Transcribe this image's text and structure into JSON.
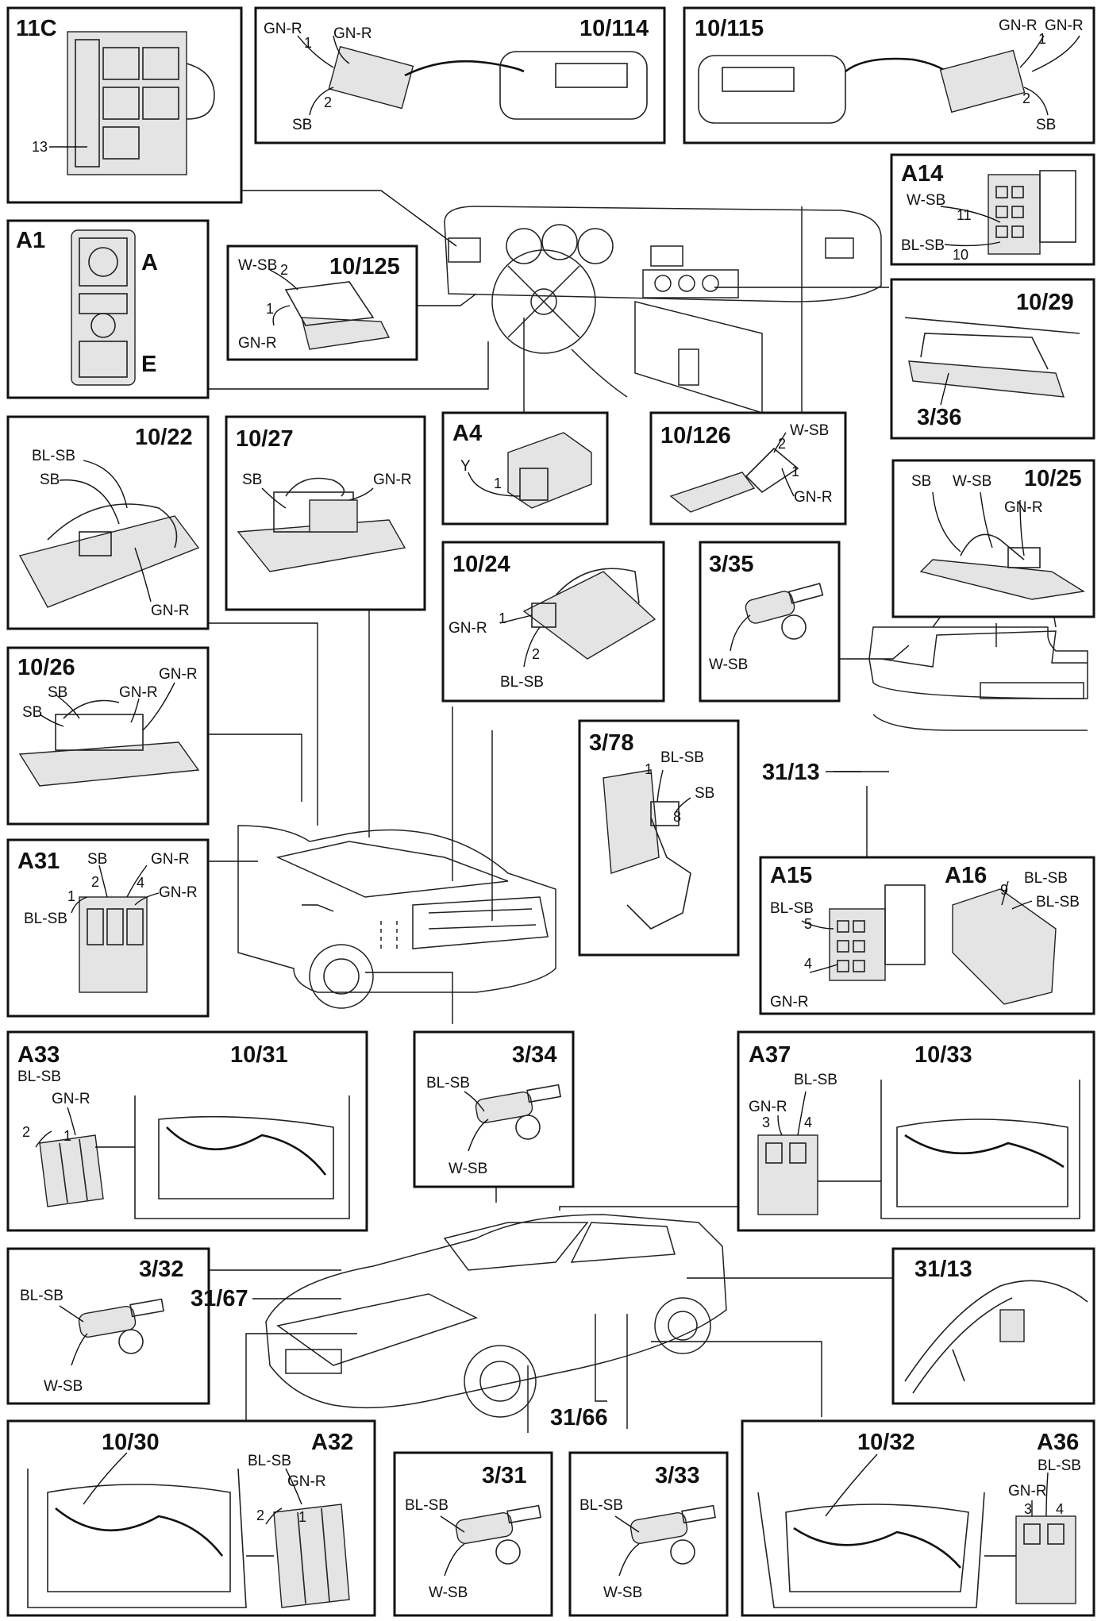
{
  "panels": {
    "p11c": {
      "title": "11C",
      "pin": "13"
    },
    "p10_114": {
      "title": "10/114",
      "w1": "GN-R",
      "w2": "GN-R",
      "w3": "SB",
      "pin1": "1",
      "pin2": "2"
    },
    "p10_115": {
      "title": "10/115",
      "w1": "GN-R",
      "w2": "GN-R",
      "w3": "SB",
      "pin1": "1",
      "pin2": "2"
    },
    "pa14": {
      "title": "A14",
      "w1": "W-SB",
      "w2": "BL-SB",
      "pin1": "11",
      "pin2": "10"
    },
    "pa1": {
      "title": "A1",
      "sa": "A",
      "se": "E"
    },
    "p10_125": {
      "title": "10/125",
      "w1": "W-SB",
      "w2": "GN-R",
      "pin1": "2",
      "pin2": "1"
    },
    "p10_29": {
      "title": "10/29",
      "sub": "3/36"
    },
    "p10_22": {
      "title": "10/22",
      "w1": "BL-SB",
      "w2": "SB",
      "w3": "GN-R"
    },
    "p10_27": {
      "title": "10/27",
      "w1": "SB",
      "w2": "GN-R"
    },
    "pa4": {
      "title": "A4",
      "w1": "Y",
      "pin1": "1"
    },
    "p10_126": {
      "title": "10/126",
      "w1": "W-SB",
      "w2": "GN-R",
      "pin1": "2",
      "pin2": "1"
    },
    "p10_25": {
      "title": "10/25",
      "w1": "SB",
      "w2": "W-SB",
      "w3": "GN-R"
    },
    "p10_24": {
      "title": "10/24",
      "w1": "GN-R",
      "w2": "BL-SB",
      "pin1": "1",
      "pin2": "2"
    },
    "p3_35": {
      "title": "3/35",
      "w1": "W-SB"
    },
    "p10_26": {
      "title": "10/26",
      "w1": "SB",
      "w2": "SB",
      "w3": "GN-R",
      "w4": "GN-R"
    },
    "p3_78": {
      "title": "3/78",
      "w1": "BL-SB",
      "w2": "SB",
      "pin1": "1",
      "pin2": "8"
    },
    "pa31": {
      "title": "A31",
      "w1": "SB",
      "w2": "GN-R",
      "w3": "GN-R",
      "w4": "BL-SB",
      "pin1": "2",
      "pin2": "4",
      "pin3": "1"
    },
    "pa15": {
      "title": "A15",
      "title2": "A16",
      "w1": "BL-SB",
      "w2": "GN-R",
      "w3": "BL-SB",
      "w4": "BL-SB",
      "pin1": "5",
      "pin2": "4",
      "pin3": "9"
    },
    "pa33": {
      "title": "A33",
      "title2": "10/31",
      "w1": "BL-SB",
      "w2": "GN-R",
      "pin1": "2",
      "pin2": "1"
    },
    "p3_34": {
      "title": "3/34",
      "w1": "BL-SB",
      "w2": "W-SB"
    },
    "pa37": {
      "title": "A37",
      "title2": "10/33",
      "w1": "BL-SB",
      "w2": "GN-R",
      "pin1": "3",
      "pin2": "4"
    },
    "p3_32": {
      "title": "3/32",
      "w1": "BL-SB",
      "w2": "W-SB"
    },
    "p31_13b": {
      "title": "31/13"
    },
    "p10_30": {
      "title": "10/30",
      "title2": "A32",
      "w1": "BL-SB",
      "w2": "GN-R",
      "pin1": "2",
      "pin2": "1"
    },
    "p3_31": {
      "title": "3/31",
      "w1": "BL-SB",
      "w2": "W-SB"
    },
    "p3_33": {
      "title": "3/33",
      "w1": "BL-SB",
      "w2": "W-SB"
    },
    "p10_32": {
      "title": "10/32",
      "title2": "A36",
      "w1": "BL-SB",
      "w2": "GN-R",
      "pin1": "3",
      "pin2": "4"
    }
  },
  "callouts": {
    "c31_13": "31/13",
    "c31_67": "31/67",
    "c31_66": "31/66"
  }
}
